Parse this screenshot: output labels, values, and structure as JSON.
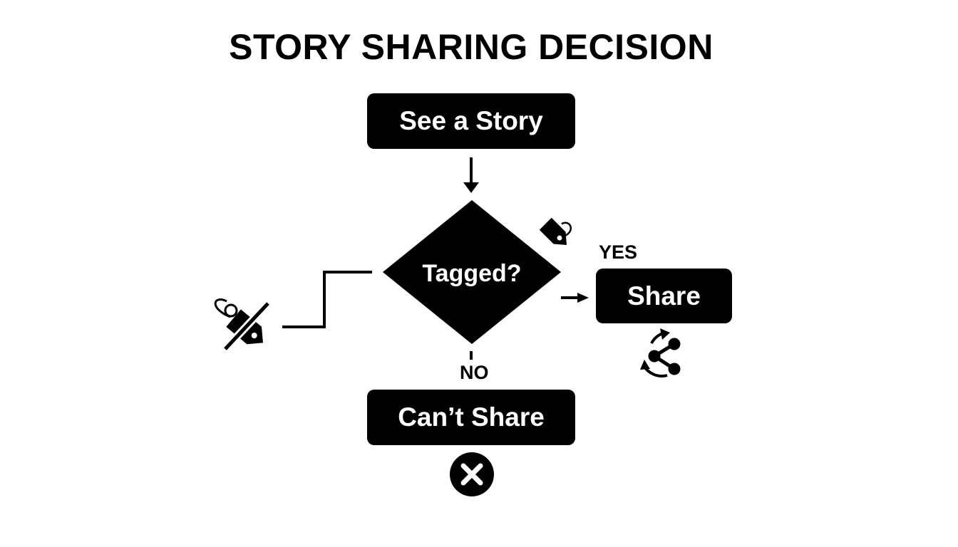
{
  "title": "STORY SHARING DECISION",
  "nodes": {
    "start": "See a Story",
    "decision": "Tagged?",
    "share": "Share",
    "cant_share": "Can’t Share"
  },
  "branches": {
    "yes": "YES",
    "no": "NO"
  },
  "icons": {
    "tag": "price-tag-icon",
    "no_tag": "tag-crossed-out-icon",
    "share": "share-sync-icon",
    "cancel": "close-circle-icon"
  },
  "colors": {
    "shape_fill": "#000000",
    "text_on_shape": "#ffffff",
    "background": "#ffffff"
  }
}
